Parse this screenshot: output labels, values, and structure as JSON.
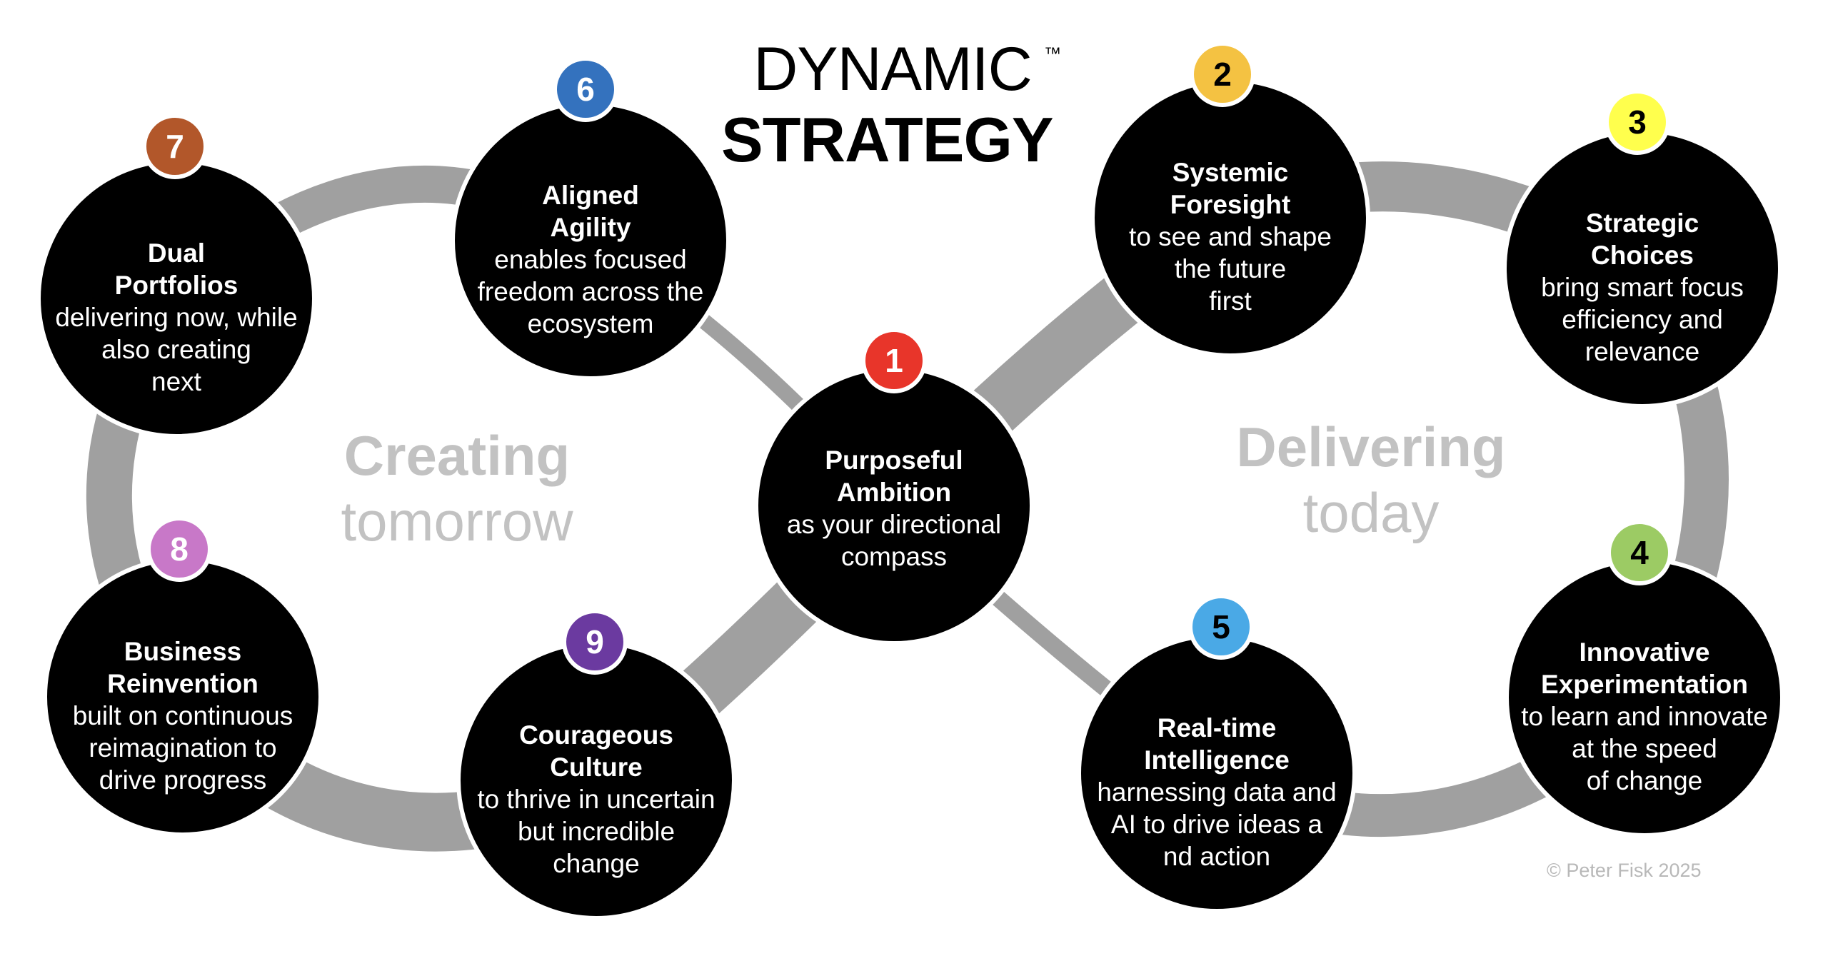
{
  "title": {
    "line1": "DYNAMIC",
    "trademark": "™",
    "line2": "STRATEGY"
  },
  "sides": {
    "left": {
      "bold": "Creating",
      "regular": "tomorrow"
    },
    "right": {
      "bold": "Delivering",
      "regular": "today"
    }
  },
  "colors": {
    "track": "#a0a0a0",
    "node": "#000000",
    "side_text": "#c2c2c2"
  },
  "nodes": [
    {
      "number": "1",
      "badge_color": "#e8352a",
      "number_color": "#ffffff",
      "title": [
        "Purposeful",
        "Ambition"
      ],
      "desc": [
        "as your directional",
        "compass"
      ]
    },
    {
      "number": "2",
      "badge_color": "#f4c242",
      "number_color": "#000000",
      "title": [
        "Systemic",
        "Foresight"
      ],
      "desc": [
        "to see and shape",
        "the future",
        "first"
      ]
    },
    {
      "number": "3",
      "badge_color": "#ffff4d",
      "number_color": "#000000",
      "title": [
        "Strategic",
        "Choices"
      ],
      "desc": [
        "bring smart focus",
        "efficiency and",
        "relevance"
      ]
    },
    {
      "number": "4",
      "badge_color": "#9ccb64",
      "number_color": "#000000",
      "title": [
        "Innovative",
        "Experimentation"
      ],
      "desc": [
        "to learn and innovate",
        "at the speed",
        "of change"
      ]
    },
    {
      "number": "5",
      "badge_color": "#4aa9e6",
      "number_color": "#000000",
      "title": [
        "Real-time",
        "Intelligence"
      ],
      "desc": [
        "harnessing data and",
        "AI to drive ideas a",
        "nd action"
      ]
    },
    {
      "number": "6",
      "badge_color": "#3472be",
      "number_color": "#ffffff",
      "title": [
        "Aligned",
        "Agility"
      ],
      "desc": [
        "enables focused",
        "freedom across the",
        "ecosystem"
      ]
    },
    {
      "number": "7",
      "badge_color": "#b2572a",
      "number_color": "#ffffff",
      "title": [
        "Dual",
        "Portfolios"
      ],
      "desc": [
        "delivering now, while",
        "also creating",
        "next"
      ]
    },
    {
      "number": "8",
      "badge_color": "#c878c8",
      "number_color": "#ffffff",
      "title": [
        "Business",
        "Reinvention"
      ],
      "desc": [
        "built on continuous",
        "reimagination to",
        "drive progress"
      ]
    },
    {
      "number": "9",
      "badge_color": "#6b3aa0",
      "number_color": "#ffffff",
      "title": [
        "Courageous",
        "Culture"
      ],
      "desc": [
        "to thrive in uncertain",
        "but incredible",
        "change"
      ]
    }
  ],
  "copyright": "© Peter Fisk 2025"
}
